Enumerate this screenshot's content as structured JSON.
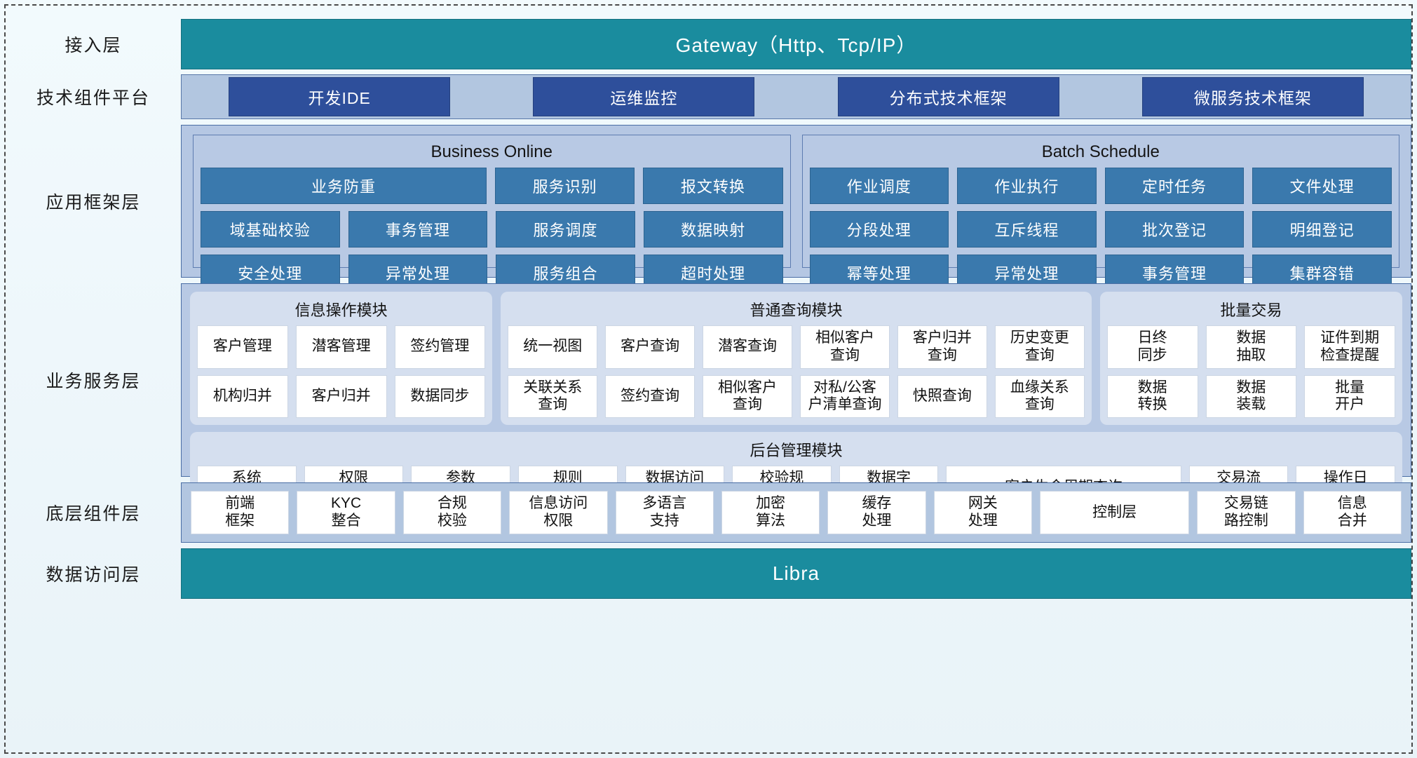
{
  "theme": {
    "teal": "#1a8c9e",
    "band_blue": "#b2c6e0",
    "chip_dark_blue": "#2e4f9b",
    "chip_mid_blue": "#3a79ad",
    "module_bg": "#d5dfef",
    "cell_white": "#ffffff"
  },
  "layers": {
    "access": {
      "label": "接入层",
      "bar": "Gateway（Http、Tcp/IP）"
    },
    "tech": {
      "label": "技术组件平台",
      "chips": [
        "开发IDE",
        "运维监控",
        "分布式技术框架",
        "微服务技术框架"
      ]
    },
    "app": {
      "label": "应用框架层",
      "groups": [
        {
          "title": "Business Online",
          "rows": [
            [
              {
                "text": "业务防重",
                "wide": true
              },
              {
                "text": "服务识别",
                "wide": false
              },
              {
                "text": "报文转换",
                "wide": false
              }
            ],
            [
              {
                "text": "域基础校验",
                "wide": false
              },
              {
                "text": "事务管理",
                "wide": false
              },
              {
                "text": "服务调度",
                "wide": false
              },
              {
                "text": "数据映射",
                "wide": false
              }
            ],
            [
              {
                "text": "安全处理",
                "wide": false
              },
              {
                "text": "异常处理",
                "wide": false
              },
              {
                "text": "服务组合",
                "wide": false
              },
              {
                "text": "超时处理",
                "wide": false
              }
            ]
          ]
        },
        {
          "title": "Batch Schedule",
          "rows": [
            [
              {
                "text": "作业调度",
                "wide": false
              },
              {
                "text": "作业执行",
                "wide": false
              },
              {
                "text": "定时任务",
                "wide": false
              },
              {
                "text": "文件处理",
                "wide": false
              }
            ],
            [
              {
                "text": "分段处理",
                "wide": false
              },
              {
                "text": "互斥线程",
                "wide": false
              },
              {
                "text": "批次登记",
                "wide": false
              },
              {
                "text": "明细登记",
                "wide": false
              }
            ],
            [
              {
                "text": "幂等处理",
                "wide": false
              },
              {
                "text": "异常处理",
                "wide": false
              },
              {
                "text": "事务管理",
                "wide": false
              },
              {
                "text": "集群容错",
                "wide": false
              }
            ]
          ]
        }
      ]
    },
    "biz": {
      "label": "业务服务层",
      "modules": [
        {
          "title": "信息操作模块",
          "flex": 3,
          "rows": [
            [
              "客户管理",
              "潜客管理",
              "签约管理"
            ],
            [
              "机构归并",
              "客户归并",
              "数据同步"
            ]
          ]
        },
        {
          "title": "普通查询模块",
          "flex": 6,
          "rows": [
            [
              "统一视图",
              "客户查询",
              "潜客查询",
              "相似客户\n查询",
              "客户归并\n查询",
              "历史变更\n查询"
            ],
            [
              "关联关系\n查询",
              "签约查询",
              "相似客户\n查询",
              "对私/公客\n户清单查询",
              "快照查询",
              "血缘关系\n查询"
            ]
          ]
        },
        {
          "title": "批量交易",
          "flex": 3,
          "rows": [
            [
              "日终\n同步",
              "数据\n抽取",
              "证件到期\n检查提醒"
            ],
            [
              "数据\n转换",
              "数据\n装载",
              "批量\n开户"
            ]
          ]
        }
      ],
      "admin": {
        "title": "后台管理模块",
        "cells": [
          {
            "text": "系统\n管理",
            "flex": 1
          },
          {
            "text": "权限\n管理",
            "flex": 1
          },
          {
            "text": "参数\n管理",
            "flex": 1
          },
          {
            "text": "规则\n配置",
            "flex": 1
          },
          {
            "text": "数据访问\n控制",
            "flex": 1
          },
          {
            "text": "校验规\n则管理",
            "flex": 1
          },
          {
            "text": "数据字\n典管理",
            "flex": 1
          },
          {
            "text": "客户生命周期查询",
            "flex": 2.45
          },
          {
            "text": "交易流\n水查询",
            "flex": 1
          },
          {
            "text": "操作日\n志查询",
            "flex": 1
          }
        ]
      }
    },
    "base": {
      "label": "底层组件层",
      "cells": [
        {
          "text": "前端\n框架",
          "wide": false
        },
        {
          "text": "KYC\n整合",
          "wide": false
        },
        {
          "text": "合规\n校验",
          "wide": false
        },
        {
          "text": "信息访问\n权限",
          "wide": false
        },
        {
          "text": "多语言\n支持",
          "wide": false
        },
        {
          "text": "加密\n算法",
          "wide": false
        },
        {
          "text": "缓存\n处理",
          "wide": false
        },
        {
          "text": "网关\n处理",
          "wide": false
        },
        {
          "text": "控制层",
          "wide": true
        },
        {
          "text": "交易链\n路控制",
          "wide": false
        },
        {
          "text": "信息\n合并",
          "wide": false
        }
      ]
    },
    "data": {
      "label": "数据访问层",
      "bar": "Libra"
    }
  }
}
